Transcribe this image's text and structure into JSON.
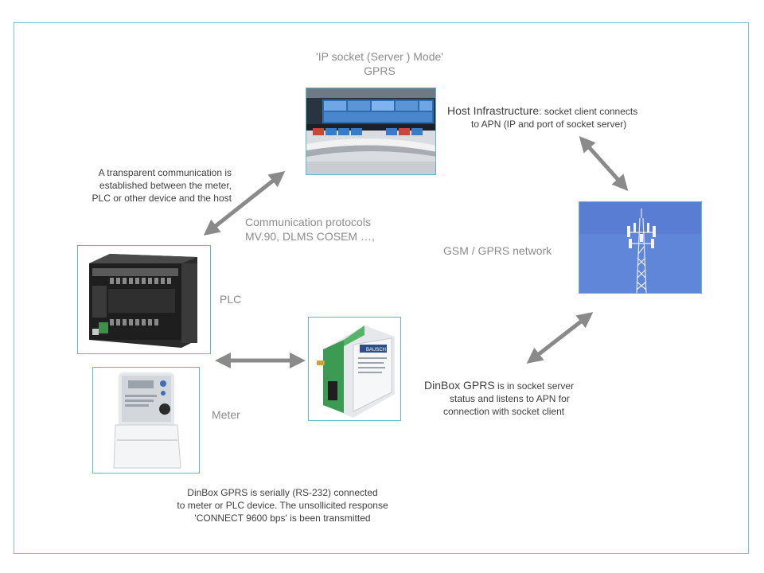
{
  "title": {
    "line1": "'IP socket (Server ) Mode'",
    "line2": "GPRS"
  },
  "host": {
    "label": "Host Infrastructure",
    "desc_line1": ":  socket client connects",
    "desc_line2": "to APN (IP and port of socket server)"
  },
  "transparent": {
    "line1": "A transparent communication is",
    "line2": "established between the meter,",
    "line3": "PLC or other device  and the host"
  },
  "protocols": {
    "line1": "Communication protocols",
    "line2": "MV.90, DLMS COSEM …,"
  },
  "gsm": {
    "label": "GSM / GPRS network"
  },
  "plc": {
    "label": "PLC"
  },
  "meter": {
    "label": "Meter"
  },
  "dinbox_status": {
    "label": "DinBox GPRS",
    "line1": " is in socket server",
    "line2": "status and listens to APN for",
    "line3": "connection with socket client"
  },
  "serial": {
    "line1": "DinBox GPRS is serially (RS-232)  connected",
    "line2": "to meter or PLC device. The unsollicited response",
    "line3": "'CONNECT 9600 bps' is been transmitted"
  },
  "device_brand": "BAUSCH",
  "colors": {
    "frame": "#7fc4cc",
    "arrow": "#8a8a8a",
    "text_gray": "#8c8c8c",
    "text_dark": "#404040",
    "sky": "#5f86d9"
  }
}
